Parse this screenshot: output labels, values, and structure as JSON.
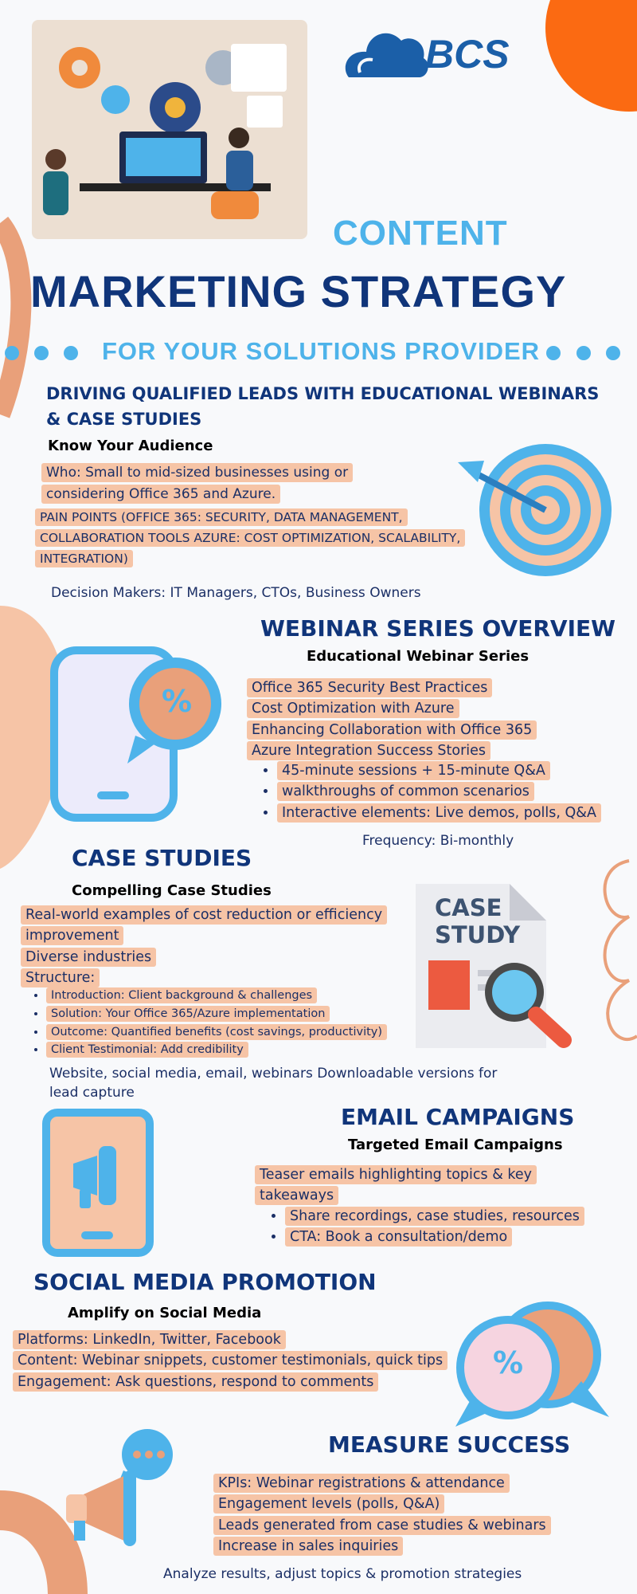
{
  "brand": {
    "name": "BCS"
  },
  "title": {
    "line1": "CONTENT",
    "line2": "MARKETING STRATEGY",
    "line3": "FOR YOUR SOLUTIONS PROVIDER"
  },
  "intro": {
    "heading": "DRIVING QUALIFIED LEADS WITH EDUCATIONAL WEBINARS & CASE STUDIES",
    "subheading": "Know Your Audience",
    "who_line1": "Who: Small to mid-sized businesses using or",
    "who_line2": "considering Office 365 and Azure.",
    "pain_line1": "PAIN POINTS (OFFICE 365: SECURITY, DATA MANAGEMENT,",
    "pain_line2": "COLLABORATION TOOLS AZURE: COST OPTIMIZATION, SCALABILITY,",
    "pain_line3": "INTEGRATION)",
    "decision": "Decision Makers: IT Managers, CTOs, Business Owners"
  },
  "webinar": {
    "heading": "WEBINAR SERIES OVERVIEW",
    "subheading": "Educational Webinar Series",
    "topics": [
      "Office 365 Security Best Practices",
      "Cost Optimization with Azure",
      "Enhancing Collaboration with Office 365",
      "Azure Integration Success Stories"
    ],
    "bullets": [
      "45-minute sessions + 15-minute Q&A",
      "walkthroughs of common scenarios",
      "Interactive elements: Live demos, polls, Q&A"
    ],
    "frequency": "Frequency: Bi-monthly",
    "icon_symbol": "%"
  },
  "case": {
    "heading": "CASE STUDIES",
    "subheading": "Compelling Case Studies",
    "line1": "Real-world examples of cost reduction or efficiency",
    "line2": "improvement",
    "line3": "Diverse industries",
    "line4": "Structure:",
    "bullets": [
      "Introduction: Client background & challenges",
      "Solution: Your Office 365/Azure implementation",
      "Outcome: Quantified benefits (cost savings, productivity)",
      "Client Testimonial: Add credibility"
    ],
    "distribution_line1": "Website, social media, email, webinars Downloadable versions for",
    "distribution_line2": "lead capture",
    "doc_line1": "CASE",
    "doc_line2": "STUDY"
  },
  "email": {
    "heading": "EMAIL CAMPAIGNS",
    "subheading": "Targeted Email Campaigns",
    "line1": "Teaser emails highlighting topics & key",
    "line2": "takeaways",
    "bullets": [
      "Share recordings, case studies, resources",
      "CTA: Book a consultation/demo"
    ]
  },
  "social": {
    "heading": "SOCIAL MEDIA PROMOTION",
    "subheading": "Amplify on Social Media",
    "lines": [
      "Platforms: LinkedIn, Twitter, Facebook",
      "Content: Webinar snippets, customer testimonials, quick tips",
      "Engagement: Ask questions, respond to comments"
    ],
    "icon_symbol": "%"
  },
  "measure": {
    "heading": "MEASURE SUCCESS",
    "lines": [
      "KPIs: Webinar registrations & attendance",
      "Engagement levels (polls, Q&A)",
      "Leads generated from case studies & webinars",
      "Increase in sales inquiries"
    ],
    "footer": "Analyze results, adjust topics & promotion strategies"
  },
  "colors": {
    "navy": "#10357a",
    "light_blue": "#4eb3ea",
    "peach": "#f6c4a6",
    "orange": "#fb6a12"
  }
}
